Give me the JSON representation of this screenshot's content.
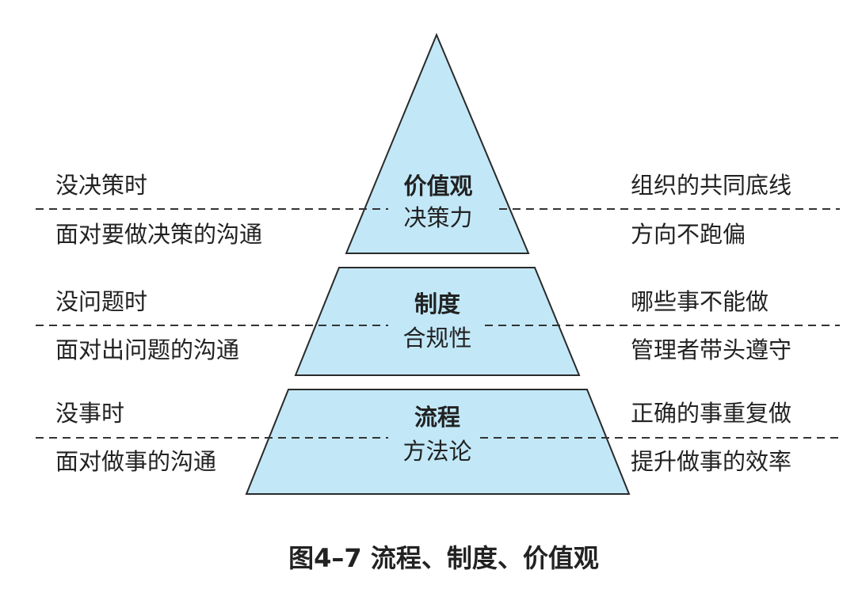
{
  "colors": {
    "fill": "#c2e8f8",
    "stroke": "#2a2a2a",
    "text": "#222222"
  },
  "levels": [
    {
      "title": "价值观",
      "subtitle": "决策力",
      "left_top": "没决策时",
      "left_bottom": "面对要做决策的沟通",
      "right_top": "组织的共同底线",
      "right_bottom": "方向不跑偏"
    },
    {
      "title": "制度",
      "subtitle": "合规性",
      "left_top": "没问题时",
      "left_bottom": "面对出问题的沟通",
      "right_top": "哪些事不能做",
      "right_bottom": "管理者带头遵守"
    },
    {
      "title": "流程",
      "subtitle": "方法论",
      "left_top": "没事时",
      "left_bottom": "面对做事的沟通",
      "right_top": "正确的事重复做",
      "right_bottom": "提升做事的效率"
    }
  ],
  "caption": "图4–7 流程、制度、价值观"
}
